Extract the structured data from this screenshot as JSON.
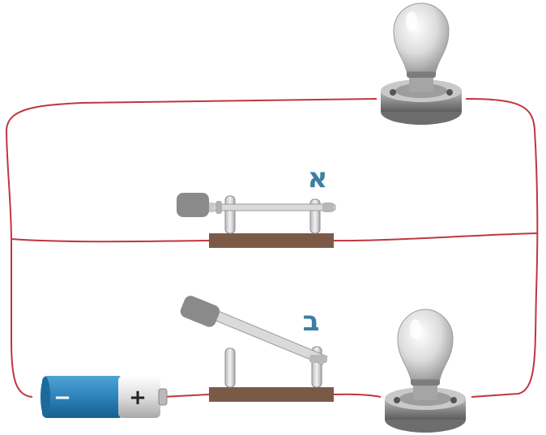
{
  "labels": {
    "switch_a": "א",
    "switch_b": "ב"
  },
  "battery": {
    "negative_sign": "−",
    "positive_sign": "+"
  },
  "switches": {
    "a_state": "closed",
    "b_state": "open"
  },
  "colors": {
    "wire": "#c0363f",
    "switch_base": "#7a5a47",
    "label": "#3d7fa3",
    "battery_body": "#2b7fb4",
    "battery_cap": "#e6e6e6",
    "bulb_glass": "#dedede",
    "bulb_socket": "#8e8e8e"
  },
  "icons": [
    "light-bulb-icon",
    "battery-icon",
    "knife-switch-icon"
  ]
}
